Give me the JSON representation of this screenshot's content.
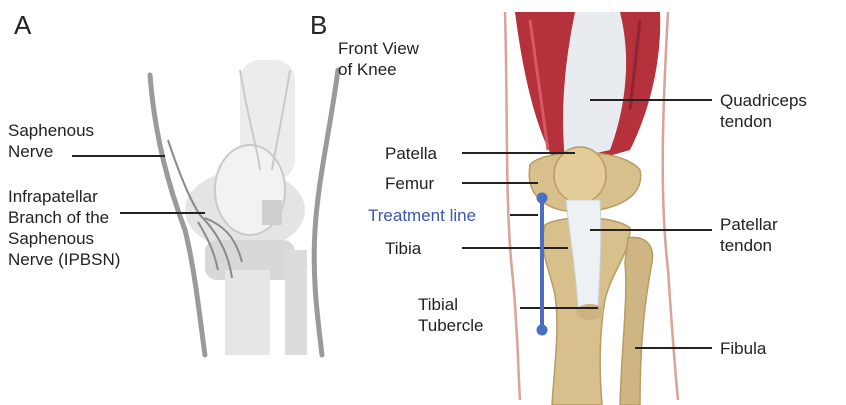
{
  "panels": {
    "a": {
      "letter": "A",
      "labels": {
        "saphenous_nerve": "Saphenous\nNerve",
        "ipbsn": "Infrapatellar\nBranch of the\nSaphenous\nNerve (IPBSN)"
      }
    },
    "b": {
      "letter": "B",
      "labels": {
        "view_title": "Front View\nof Knee",
        "patella": "Patella",
        "femur": "Femur",
        "treatment_line": "Treatment line",
        "tibia": "Tibia",
        "tibial_tubercle": "Tibial\nTubercle",
        "quadriceps_tendon": "Quadriceps\ntendon",
        "patellar_tendon": "Patellar\ntendon",
        "fibula": "Fibula"
      }
    }
  },
  "colors": {
    "treatment_line": "#4a6fc0",
    "leader_line": "#222222",
    "muscle": "#b5313c",
    "bone": "#d8c08c",
    "tendon": "#e8ecf0",
    "skin_outline": "#d9a39a",
    "sketch_gray": "#9a9a9a"
  }
}
